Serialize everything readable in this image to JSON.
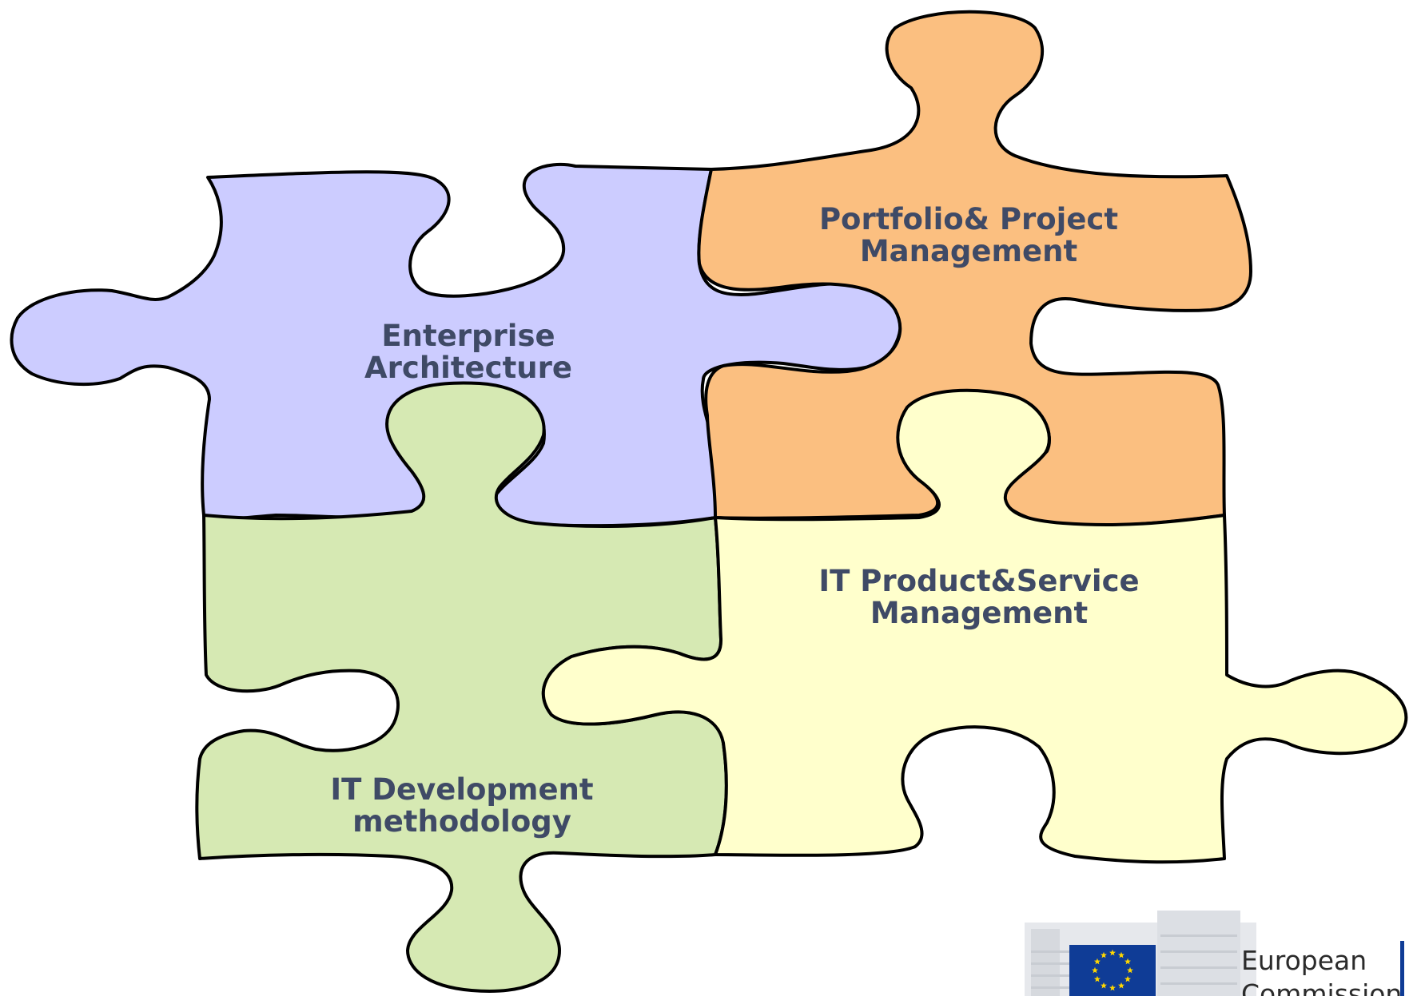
{
  "pieces": {
    "enterprise_architecture": {
      "line1": "Enterprise",
      "line2": "Architecture",
      "color": "#ccccff"
    },
    "portfolio_project": {
      "line1": "Portfolio& Project",
      "line2": "Management",
      "color": "#fbbf80"
    },
    "it_development": {
      "line1": "IT Development",
      "line2": "methodology",
      "color": "#d6e9b3"
    },
    "it_product_service": {
      "line1": "IT Product&Service",
      "line2": "Management",
      "color": "#ffffcc"
    }
  },
  "logo": {
    "line1": "European",
    "line2": "Commission",
    "flag_color": "#0f3c96",
    "star_color": "#ffd700"
  },
  "label_color": "#3f4a66"
}
